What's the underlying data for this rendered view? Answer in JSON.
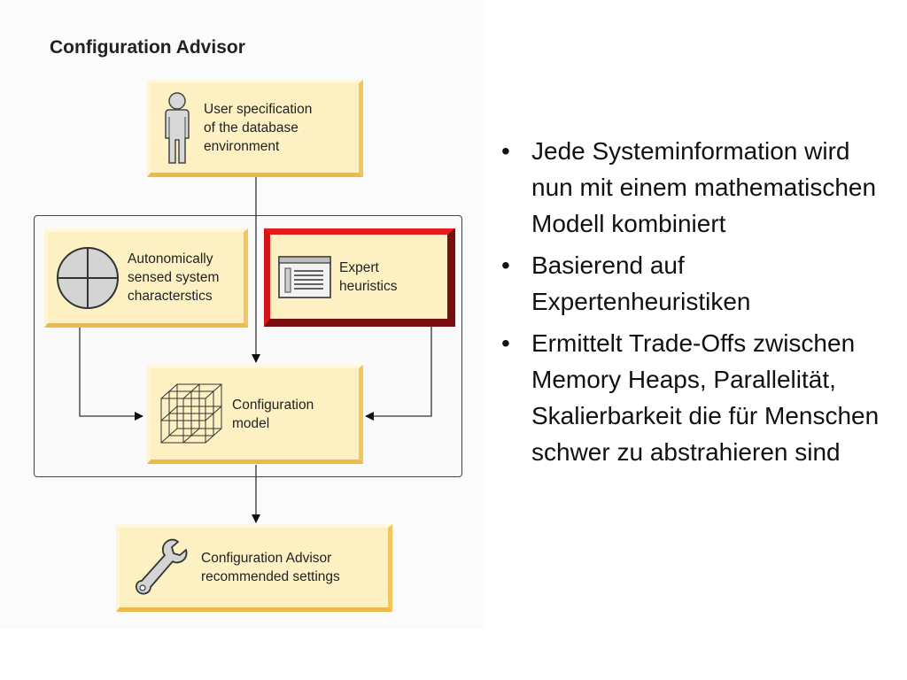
{
  "diagram": {
    "title": "Configuration Advisor",
    "nodes": {
      "user_spec": {
        "label": "User specification\nof the database\nenvironment",
        "icon": "person-icon"
      },
      "autonomic": {
        "label": "Autonomically\nsensed system\ncharacterstics",
        "icon": "crosshair-globe-icon"
      },
      "expert": {
        "label": "Expert\nheuristics",
        "icon": "document-window-icon"
      },
      "config_model": {
        "label": "Configuration\nmodel",
        "icon": "wireframe-cube-icon"
      },
      "recommended": {
        "label": "Configuration Advisor\nrecommended settings",
        "icon": "wrench-icon"
      }
    },
    "colors": {
      "node_fill": "#fdf1c4",
      "node_shadow": "#ecbb45",
      "highlight_border": "#e41c1c",
      "highlight_shadow": "#7a0d0d"
    }
  },
  "bullets": [
    "Jede Systeminformation wird nun mit einem mathematischen Modell kombiniert",
    "Basierend auf Expertenheuristiken",
    "Ermittelt Trade-Offs zwischen Memory Heaps, Parallelität, Skalierbarkeit die für Menschen schwer zu abstrahieren sind"
  ]
}
